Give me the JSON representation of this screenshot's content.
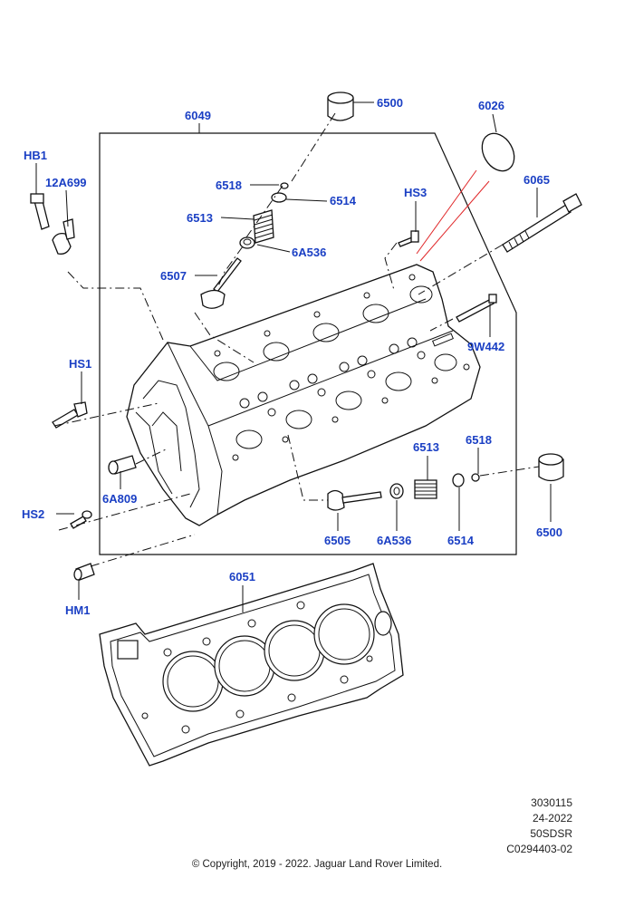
{
  "labels": {
    "hb1": "HB1",
    "l12a699": "12A699",
    "l6049": "6049",
    "l6500_top": "6500",
    "l6026": "6026",
    "l6065": "6065",
    "l6518_top": "6518",
    "l6514_top": "6514",
    "l6513_top": "6513",
    "l6a536_top": "6A536",
    "l6507": "6507",
    "hs3": "HS3",
    "l9w442": "9W442",
    "hs1": "HS1",
    "l6a809": "6A809",
    "hs2": "HS2",
    "l6513_bot": "6513",
    "l6518_bot": "6518",
    "l6505": "6505",
    "l6a536_bot": "6A536",
    "l6514_bot": "6514",
    "l6500_bot": "6500",
    "hm1": "HM1",
    "l6051": "6051"
  },
  "meta": {
    "code1": "3030115",
    "code2": "24-2022",
    "code3": "50SDSR",
    "code4": "C0294403-02"
  },
  "copyright": "© Copyright, 2019 - 2022. Jaguar Land Rover Limited.",
  "colors": {
    "label": "#1a3fc4",
    "line": "#111111",
    "red_lead": "#e0282a"
  }
}
